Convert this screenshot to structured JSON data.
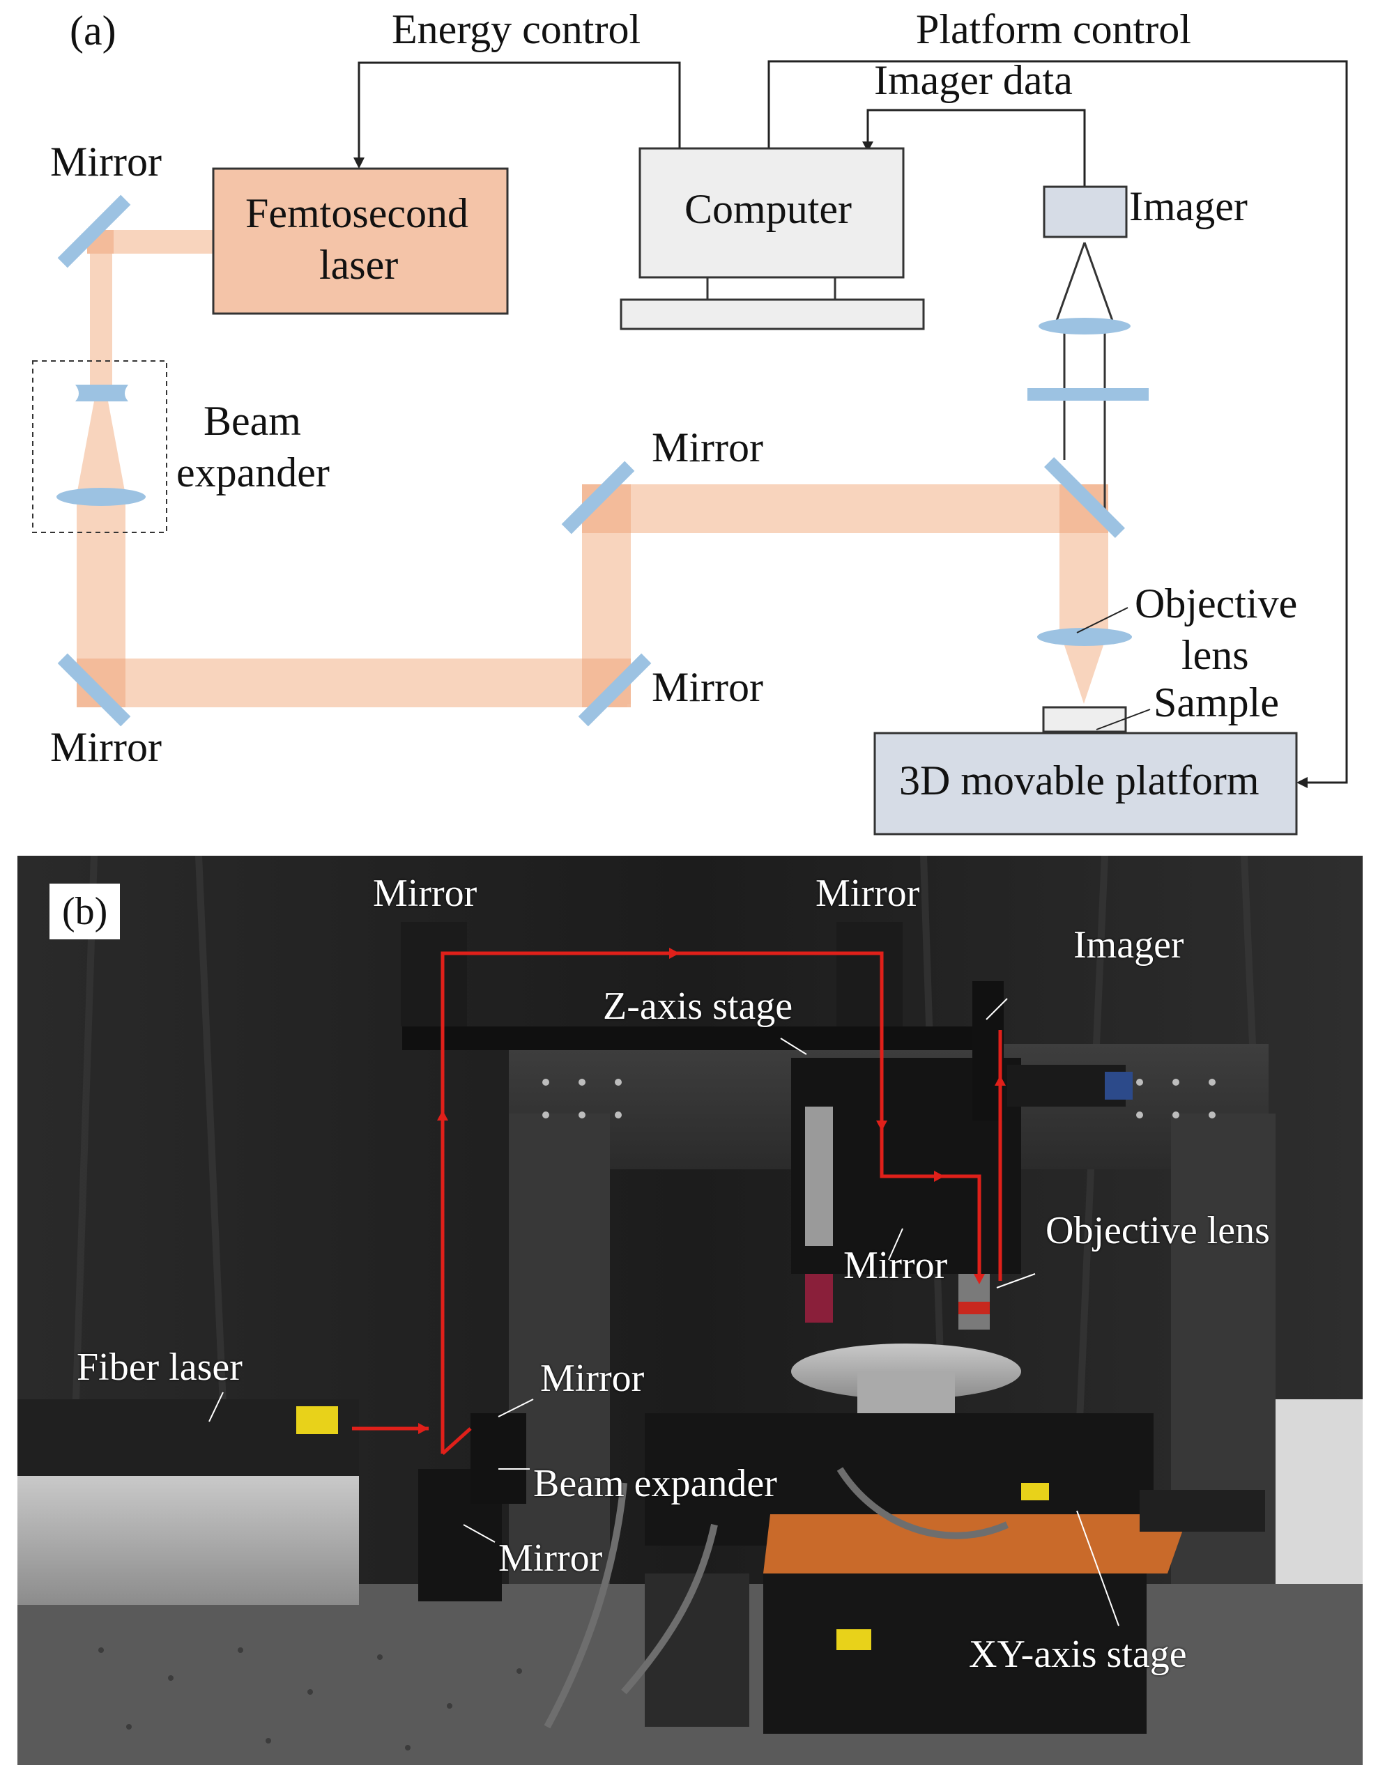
{
  "panel_a": {
    "tag": "(a)",
    "control_labels": {
      "energy": "Energy control",
      "platform": "Platform control",
      "imager_data": "Imager data"
    },
    "boxes": {
      "laser_line1": "Femtosecond",
      "laser_line2": "laser",
      "computer": "Computer",
      "imager": "Imager",
      "platform": "3D movable platform"
    },
    "labels": {
      "mirror_top_left": "Mirror",
      "mirror_bottom_left": "Mirror",
      "mirror_mid_upper": "Mirror",
      "mirror_mid_lower": "Mirror",
      "beam_expander_line1": "Beam",
      "beam_expander_line2": "expander",
      "objective_line1": "Objective",
      "objective_line2": "lens",
      "sample": "Sample"
    },
    "colors": {
      "laser_box": "#F4C4A8",
      "computer_box": "#EEEEEE",
      "imager_box": "#D6DCE6",
      "platform_box": "#D6DCE6",
      "beam": "#F7CDB2",
      "optic": "#9CC2E2"
    }
  },
  "panel_b": {
    "tag": "(b)",
    "labels": {
      "mirror_top1": "Mirror",
      "mirror_top2": "Mirror",
      "imager": "Imager",
      "z_stage": "Z-axis stage",
      "objective": "Objective lens",
      "mirror_center": "Mirror",
      "fiber_laser": "Fiber laser",
      "mirror_exp": "Mirror",
      "beam_expander": "Beam expander",
      "mirror_bottom": "Mirror",
      "xy_stage": "XY-axis stage"
    },
    "colors": {
      "beam_path": "#E0201A"
    }
  }
}
